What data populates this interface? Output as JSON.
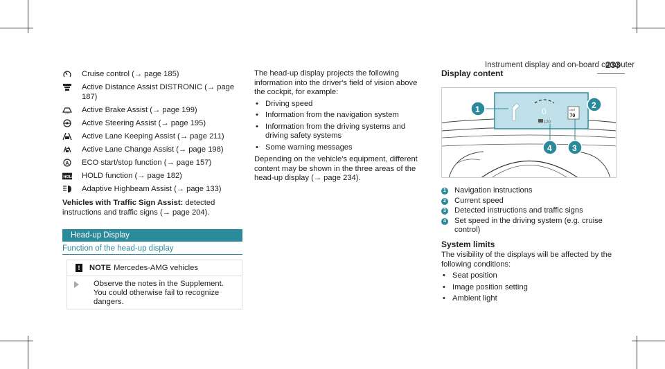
{
  "header": {
    "title": "Instrument display and on-board computer",
    "page": "233"
  },
  "left": {
    "icon_rows": [
      {
        "icon": "cruise-control-icon",
        "text": "Cruise control (→ page 185)"
      },
      {
        "icon": "distronic-icon",
        "text": "Active Distance Assist DISTRONIC (→ page 187)"
      },
      {
        "icon": "brake-assist-off-icon",
        "text": "Active Brake Assist (→ page 199)"
      },
      {
        "icon": "steering-assist-icon",
        "text": "Active Steering Assist (→ page 195)"
      },
      {
        "icon": "lane-keeping-icon",
        "text": "Active Lane Keeping Assist (→ page 211)"
      },
      {
        "icon": "lane-change-icon",
        "text": "Active Lane Change Assist (→ page 198)"
      },
      {
        "icon": "eco-start-stop-icon",
        "text": "ECO start/stop function (→ page 157)"
      },
      {
        "icon": "hold-icon",
        "text": "HOLD function (→ page 182)"
      },
      {
        "icon": "highbeam-assist-icon",
        "text": "Adaptive Highbeam Assist (→ page 133)"
      }
    ],
    "vsa_label": "Vehicles with Traffic Sign Assist:",
    "vsa_text": " detected instructions and traffic signs (→ page 204).",
    "section_title": "Head-up Display",
    "subsection_title": "Function of the head-up display",
    "note_label": "NOTE",
    "note_title": "Mercedes-AMG vehicles",
    "note_body": "Observe the notes in the Supplement. You could otherwise fail to recognize dangers."
  },
  "middle": {
    "intro": "The head-up display projects the following information into the driver's field of vision above the cockpit, for example:",
    "bullets": [
      "Driving speed",
      "Information from the navigation system",
      "Information from the driving systems and driving safety systems",
      "Some warning messages"
    ],
    "outro": "Depending on the vehicle's equipment, different content may be shown in the three areas of the head-up display (→ page 234)."
  },
  "right": {
    "display_content_heading": "Display content",
    "figure": {
      "limit_label": "LIMIT",
      "limit_value": "70",
      "speed_value": "120",
      "callouts": [
        "1",
        "2",
        "3",
        "4"
      ]
    },
    "legend": [
      {
        "num": "1",
        "text": "Navigation instructions"
      },
      {
        "num": "2",
        "text": "Current speed"
      },
      {
        "num": "3",
        "text": "Detected instructions and traffic signs"
      },
      {
        "num": "4",
        "text": "Set speed in the driving system (e.g. cruise control)"
      }
    ],
    "system_limits_heading": "System limits",
    "system_limits_text": "The visibility of the displays will be affected by the following conditions:",
    "conditions": [
      "Seat position",
      "Image position setting",
      "Ambient light"
    ]
  }
}
